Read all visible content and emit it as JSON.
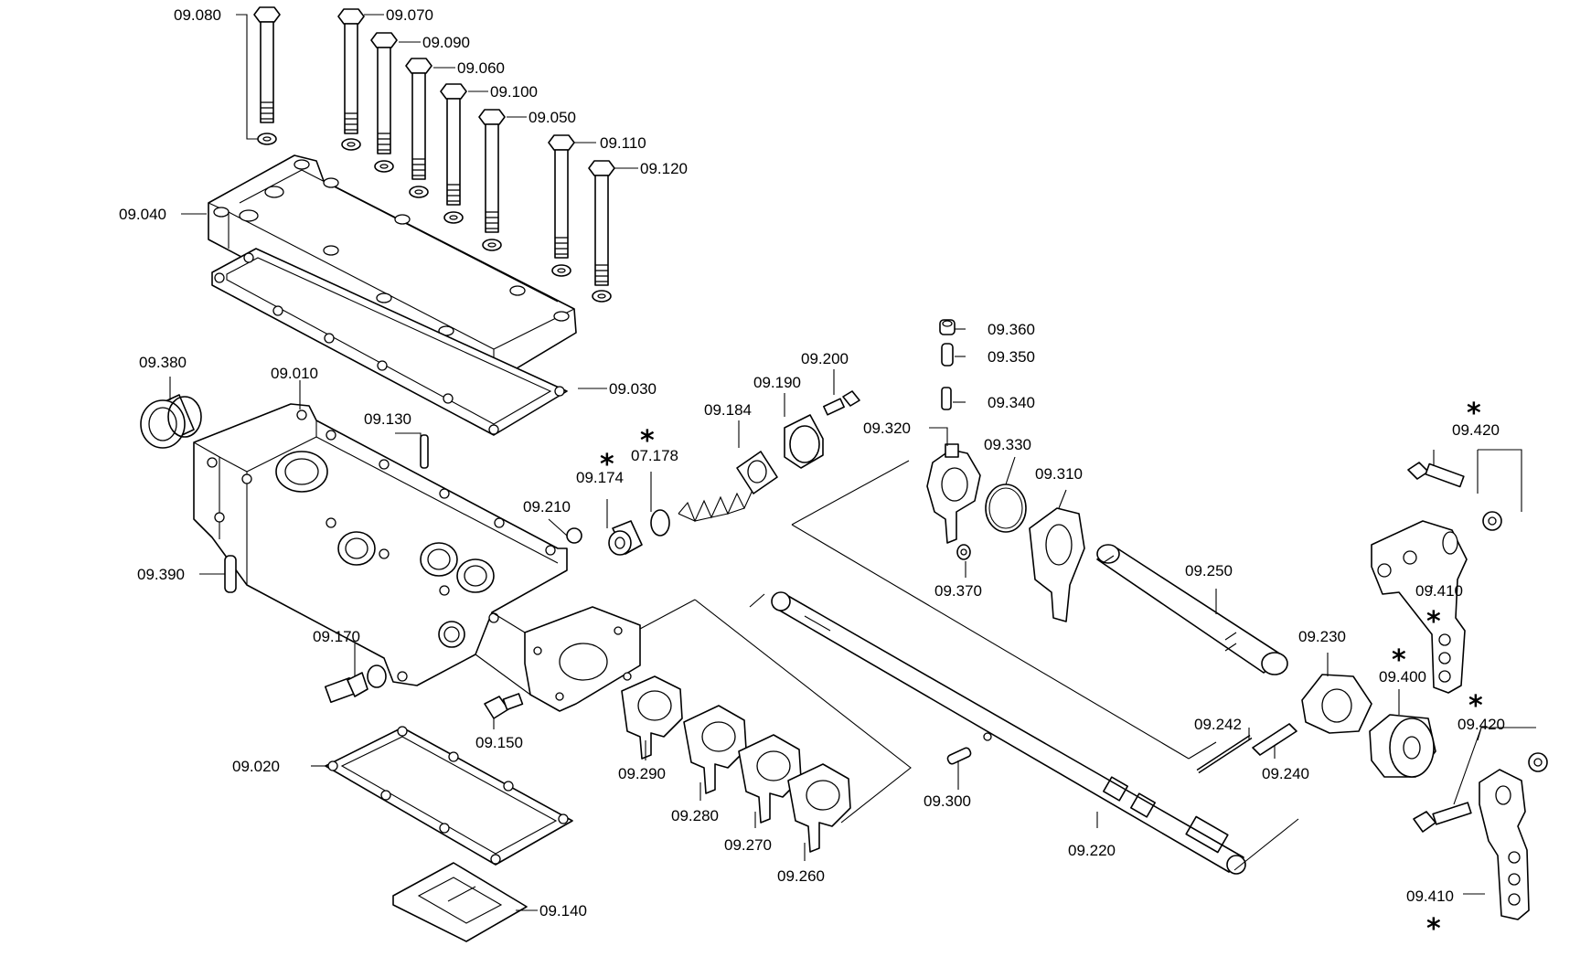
{
  "labels": {
    "p09_010": "09.010",
    "p09_020": "09.020",
    "p09_030": "09.030",
    "p09_040": "09.040",
    "p09_050": "09.050",
    "p09_060": "09.060",
    "p09_070": "09.070",
    "p09_080": "09.080",
    "p09_090": "09.090",
    "p09_100": "09.100",
    "p09_110": "09.110",
    "p09_120": "09.120",
    "p09_130": "09.130",
    "p09_140": "09.140",
    "p09_150": "09.150",
    "p09_170": "09.170",
    "p09_174": "09.174",
    "p07_178": "07.178",
    "p09_184": "09.184",
    "p09_190": "09.190",
    "p09_200": "09.200",
    "p09_210": "09.210",
    "p09_220": "09.220",
    "p09_230": "09.230",
    "p09_240": "09.240",
    "p09_242": "09.242",
    "p09_250": "09.250",
    "p09_260": "09.260",
    "p09_270": "09.270",
    "p09_280": "09.280",
    "p09_290": "09.290",
    "p09_300": "09.300",
    "p09_310": "09.310",
    "p09_320": "09.320",
    "p09_330": "09.330",
    "p09_340": "09.340",
    "p09_350": "09.350",
    "p09_360": "09.360",
    "p09_370": "09.370",
    "p09_380": "09.380",
    "p09_390": "09.390",
    "p09_400": "09.400",
    "p09_410a": "09.410",
    "p09_410b": "09.410",
    "p09_420a": "09.420",
    "p09_420b": "09.420"
  },
  "markers": {
    "asterisk": "*"
  }
}
